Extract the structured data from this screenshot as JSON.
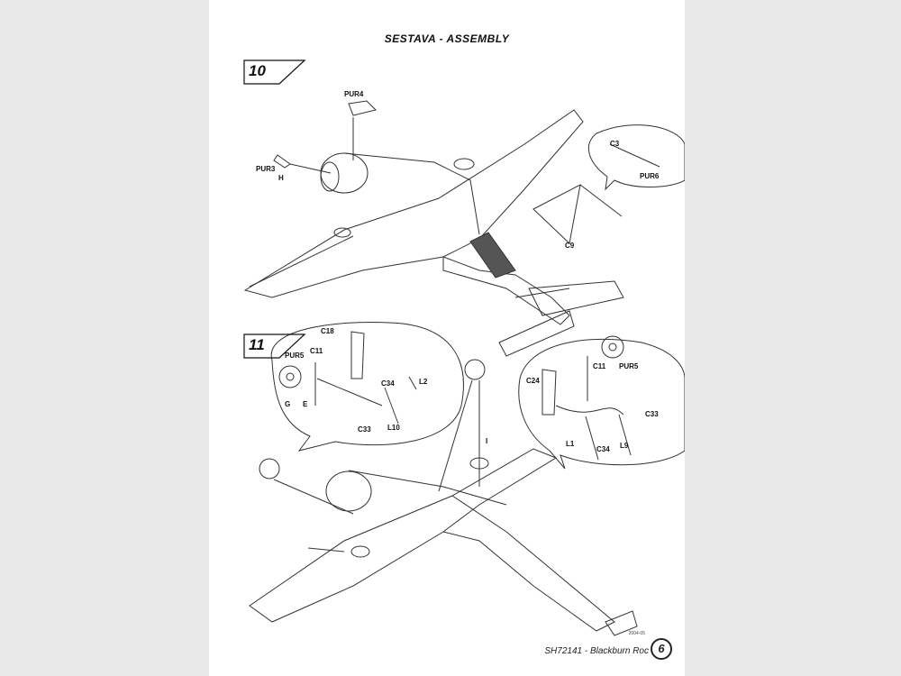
{
  "header": {
    "title": "SESTAVA - ASSEMBLY"
  },
  "steps": [
    {
      "number": "10"
    },
    {
      "number": "11"
    }
  ],
  "parts": {
    "pur4": "PUR4",
    "pur3": "PUR3",
    "h": "H",
    "c3": "C3",
    "pur6": "PUR6",
    "c9": "C9",
    "c18": "C18",
    "pur5_left": "PUR5",
    "c11_left": "C11",
    "c34_left": "C34",
    "l2": "L2",
    "c33_left": "C33",
    "l10": "L10",
    "g": "G",
    "e": "E",
    "i": "I",
    "c24": "C24",
    "c11_right": "C11",
    "pur5_right": "PUR5",
    "c33_right": "C33",
    "l1": "L1",
    "c34_right": "C34",
    "l9": "L9"
  },
  "footer": {
    "code": "SH72141 - Blackburn Roc",
    "small": "2004-05",
    "page": "6"
  }
}
